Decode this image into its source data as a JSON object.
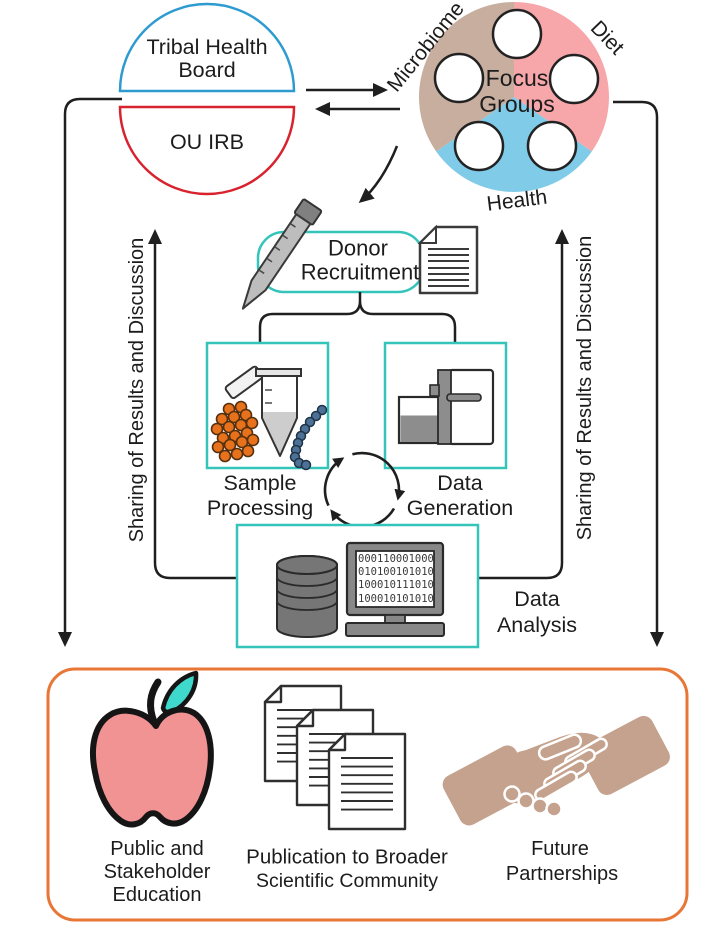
{
  "palette": {
    "box_teal": "#34c4ba",
    "board_blue": "#2e9bd0",
    "irb_red": "#d8232f",
    "outcomes_orange": "#e87636",
    "pie_tan": "#c7ae9e",
    "pie_pink": "#f7a6aa",
    "pie_blue": "#7fcbe8",
    "apple_pink": "#f19293",
    "leaf_teal": "#3fd8cd",
    "handshake_tan": "#c5a28d",
    "bacteria_orange": "#e8721c",
    "bead_blue": "#4c7096",
    "arrow_black": "#1f1f1f"
  },
  "icons": {
    "top_left": "approval-split-circle",
    "top_right": "focus-groups-pie",
    "donor": [
      "specimen-tube-icon",
      "consent-document-icon"
    ],
    "sample": [
      "microcentrifuge-tube-icon",
      "bacteria-cluster-icon",
      "bead-chain-icon"
    ],
    "generation": "sequencer-machine-icon",
    "analysis": [
      "database-icon",
      "binary-monitor-icon"
    ],
    "cycle": "cycle-arrows-icon",
    "outcomes": [
      "apple-icon",
      "documents-stack-icon",
      "handshake-icon"
    ]
  },
  "board": {
    "line1": "Tribal Health",
    "line2": "Board",
    "irb": "OU IRB"
  },
  "pie": {
    "segment_microbiome": "Microbiome",
    "segment_diet": "Diet",
    "segment_health": "Health",
    "center_line1": "Focus",
    "center_line2": "Groups"
  },
  "flow": {
    "donor1": "Donor",
    "donor2": "Recruitment",
    "sample1": "Sample",
    "sample2": "Processing",
    "gen1": "Data",
    "gen2": "Generation",
    "ana1": "Data",
    "ana2": "Analysis",
    "binary": [
      "000110001000",
      "010100101010",
      "100010111010",
      "100010101010"
    ]
  },
  "sharing": {
    "left": "Sharing of Results and Discussion",
    "right": "Sharing of Results and Discussion"
  },
  "outcomes": {
    "edu1": "Public and",
    "edu2": "Stakeholder",
    "edu3": "Education",
    "pub1": "Publication to Broader",
    "pub2": "Scientific Community",
    "fut1": "Future",
    "fut2": "Partnerships"
  }
}
